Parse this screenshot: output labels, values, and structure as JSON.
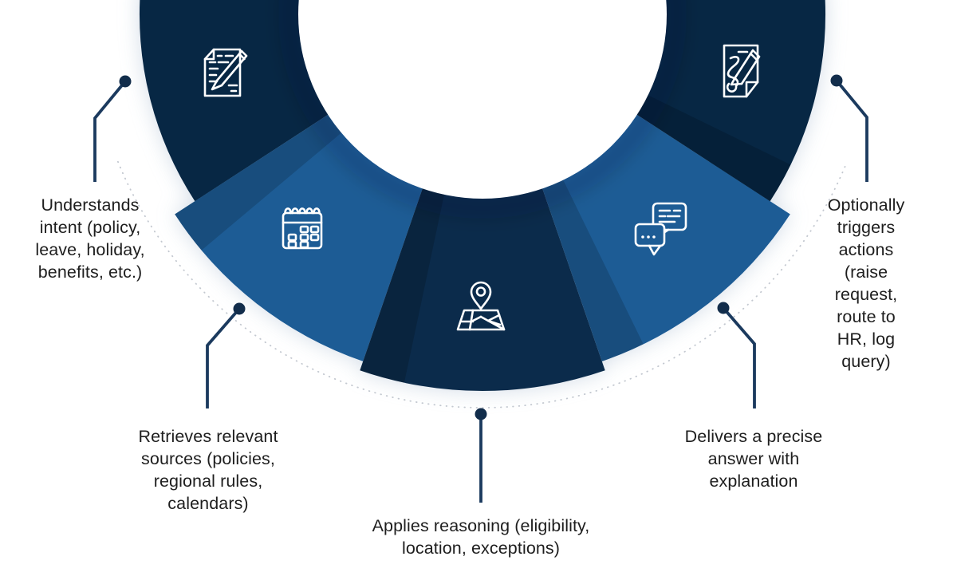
{
  "figure": {
    "title_hint": "HR assistant process ring diagram",
    "colors": {
      "navy": "#072744",
      "navy_bottom": "#0b2b4b",
      "blue": "#1d5c95",
      "inner_circle": "#ffffff",
      "glow": "#ccd7e3",
      "dotted_arc": "#c3c8d0",
      "connector": "#1b3a5e",
      "dot": "#122d4b",
      "icon_stroke": "#ffffff",
      "text": "#1e1e1e"
    },
    "steps": [
      {
        "id": 1,
        "icon": "document-pencil-icon",
        "label": "Understands\nintent (policy,\nleave, holiday,\nbenefits, etc.)"
      },
      {
        "id": 2,
        "icon": "calendar-icon",
        "label": "Retrieves relevant\nsources (policies,\nregional rules,\ncalendars)"
      },
      {
        "id": 3,
        "icon": "map-location-icon",
        "label": "Applies reasoning (eligibility,\nlocation, exceptions)"
      },
      {
        "id": 4,
        "icon": "chat-bubbles-icon",
        "label": "Delivers a precise\nanswer with\nexplanation"
      },
      {
        "id": 5,
        "icon": "document-signature-icon",
        "label": "Optionally\ntriggers actions\n(raise request,\nroute to HR, log\nquery)"
      }
    ]
  }
}
